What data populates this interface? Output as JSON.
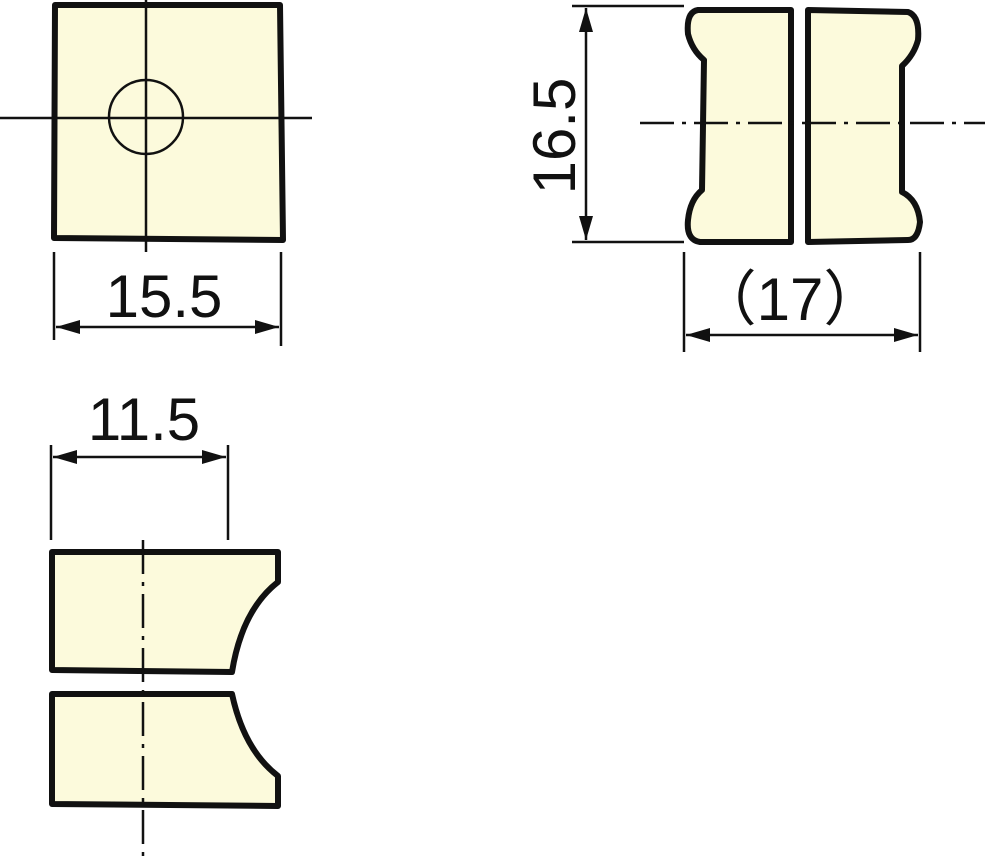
{
  "colors": {
    "part_fill": "#fcfadc",
    "line": "#111111",
    "background": "#ffffff"
  },
  "dimensions": {
    "front_width": "15.5",
    "side_height": "16.5",
    "side_width": "（17）",
    "bottom_width": "11.5"
  }
}
